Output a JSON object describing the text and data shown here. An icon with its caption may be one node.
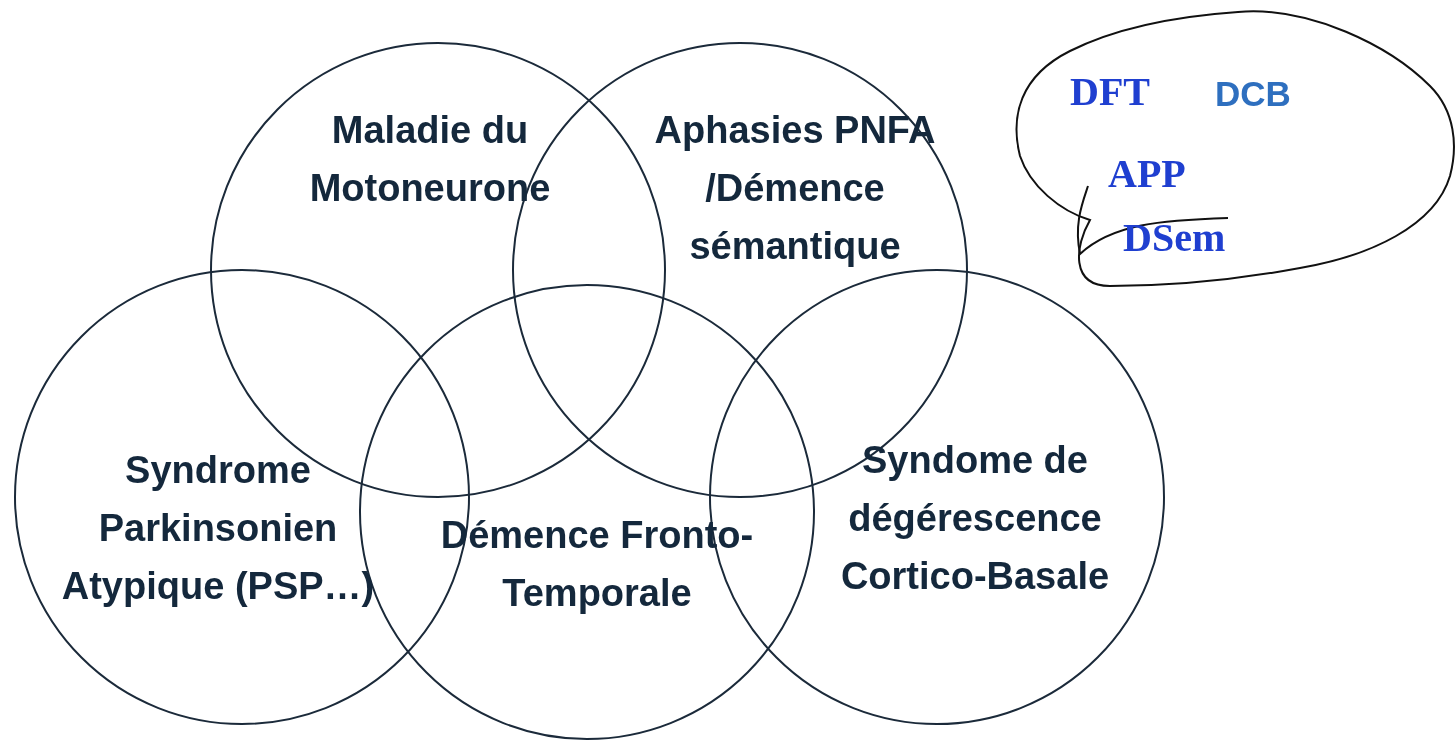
{
  "diagram": {
    "nodes": [
      {
        "text": [
          "Maladie du Motoneurone"
        ]
      },
      {
        "text": [
          "Aphasies PNFA /Démence sémantique"
        ]
      },
      {
        "text": [
          "Syndrome Parkinsonien Atypique (PSP…)"
        ]
      },
      {
        "text": [
          "Démence Fronto-Temporale"
        ]
      },
      {
        "text": [
          "Syndome de dégérescence Cortico-Basale"
        ]
      },
      {
        "text": [
          "DFT",
          "DCB",
          "APP",
          "DSem"
        ]
      }
    ],
    "edges": []
  }
}
